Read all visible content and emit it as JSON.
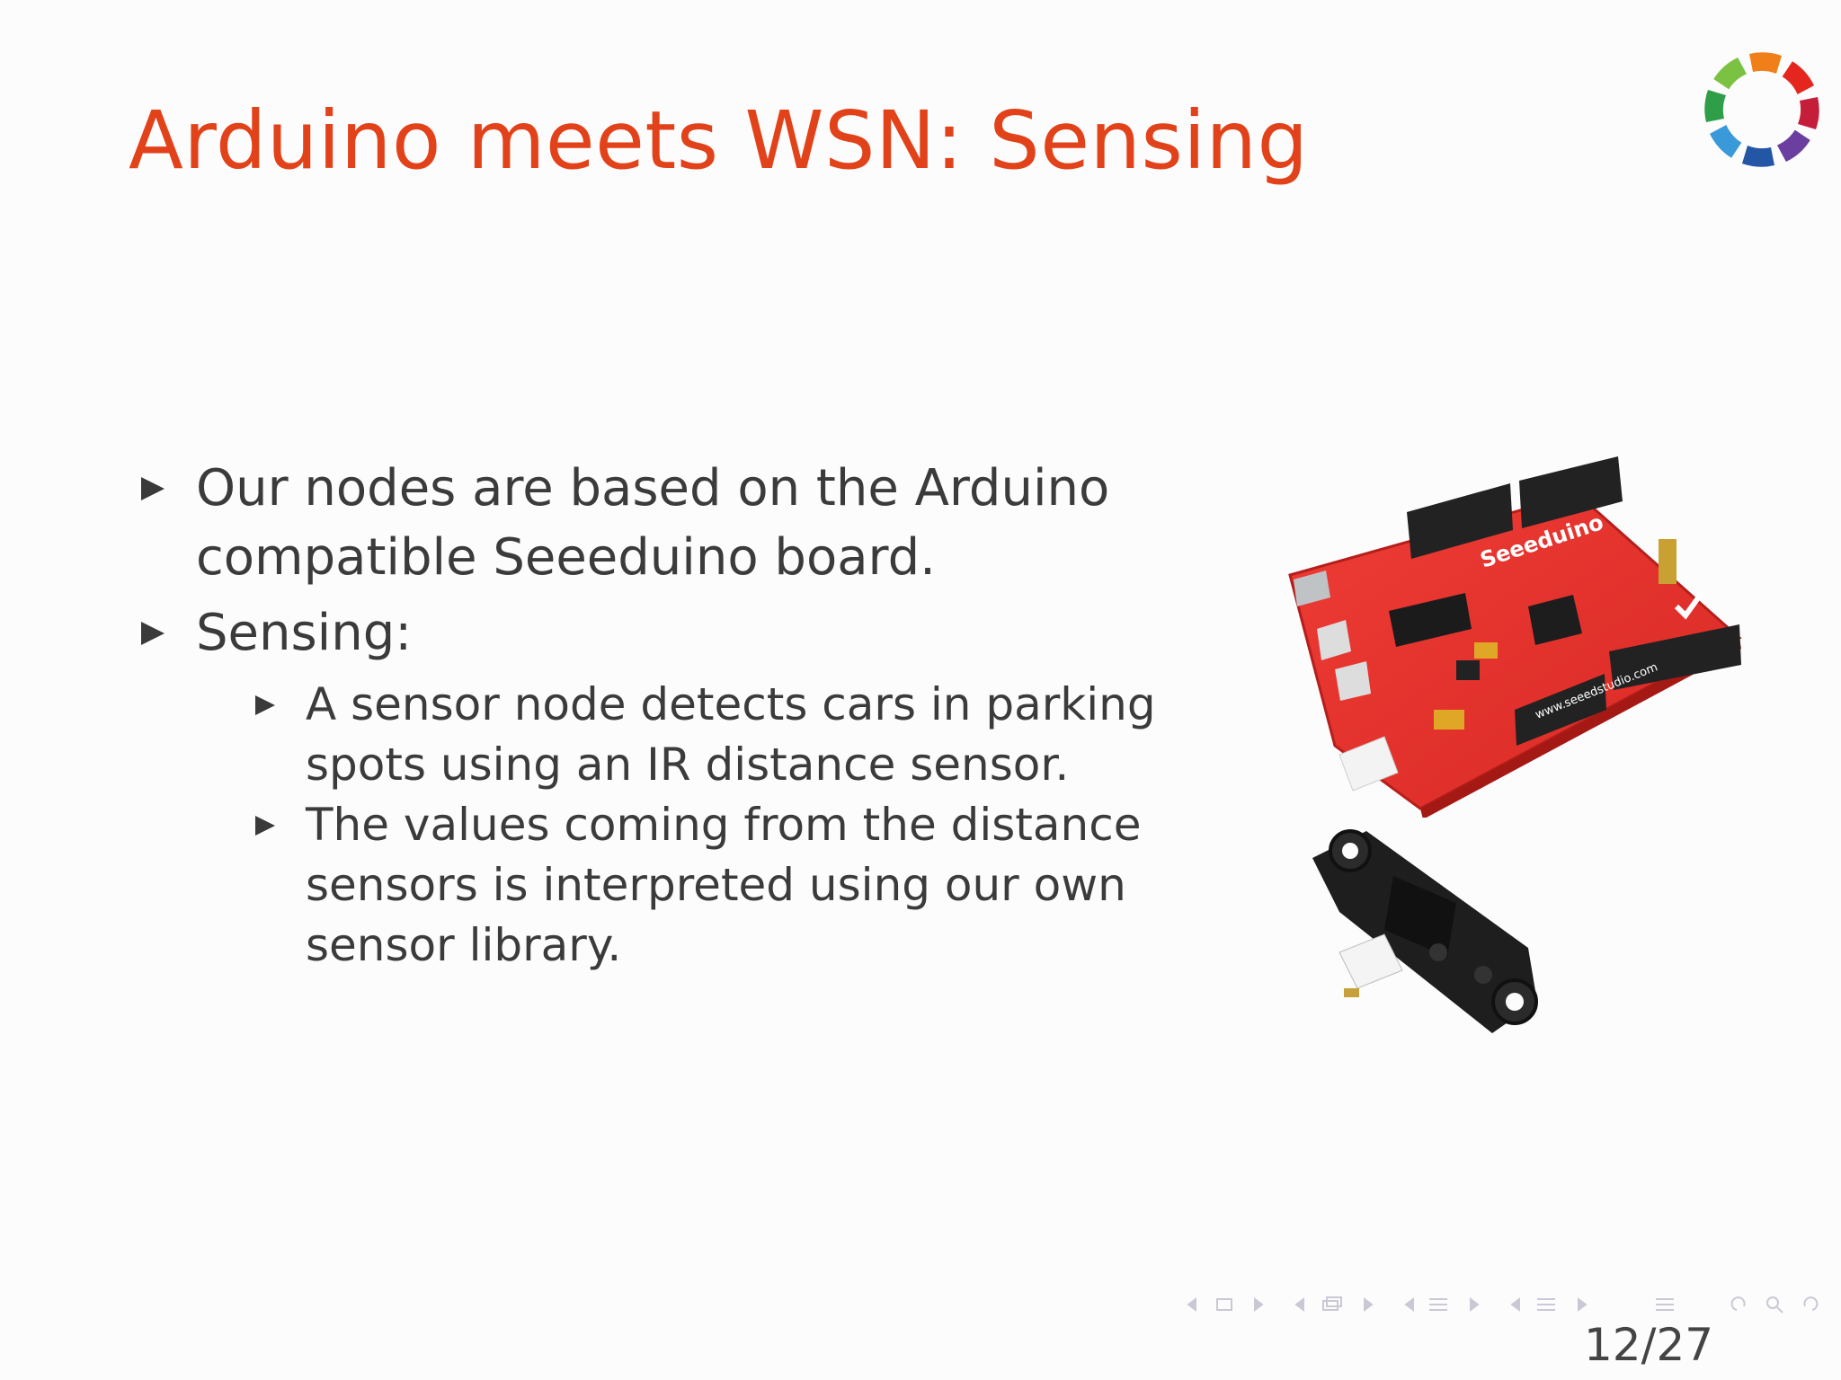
{
  "slide": {
    "title": "Arduino meets WSN: Sensing",
    "bullets": [
      {
        "lines": [
          "Our nodes are based on the Arduino",
          "compatible Seeeduino board."
        ]
      },
      {
        "lines": [
          "Sensing:"
        ]
      }
    ],
    "subbullets": [
      {
        "lines": [
          "A sensor node detects cars in parking",
          "spots using an IR distance sensor."
        ]
      },
      {
        "lines": [
          "The values coming from the distance",
          "sensors is interpreted using our own",
          "sensor library."
        ]
      }
    ],
    "board_label": "Seeeduino",
    "board_url": "www.seeedstudio.com",
    "page_number": "12/27"
  },
  "colors": {
    "title": "#e2421a",
    "text": "#3b3b3b",
    "board_red": "#e8332e"
  },
  "icons": [
    "logo-icon",
    "nav-frame-icon",
    "nav-subsection-icon",
    "nav-section-icon",
    "nav-search-icon",
    "nav-back-icon",
    "nav-forward-icon"
  ]
}
